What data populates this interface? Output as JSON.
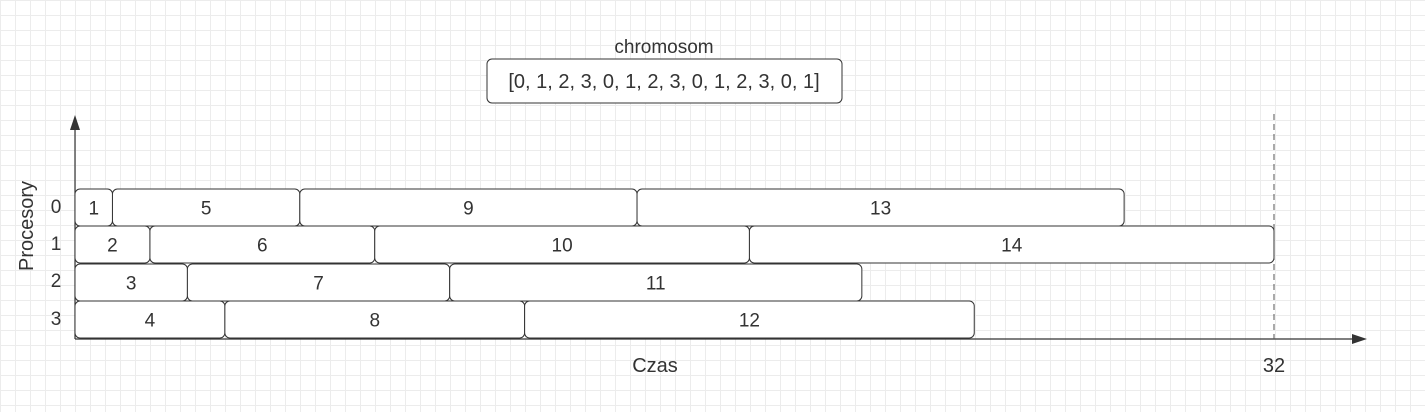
{
  "chromosome": {
    "label": "chromosom",
    "value": "[0, 1, 2, 3, 0, 1, 2, 3, 0, 1, 2, 3, 0, 1]"
  },
  "axes": {
    "y_label": "Procesory",
    "x_label": "Czas",
    "makespan_label": "32"
  },
  "processors": [
    "0",
    "1",
    "2",
    "3"
  ],
  "chart_data": {
    "type": "gantt",
    "makespan": 32,
    "tasks": [
      {
        "label": "1",
        "processor": 0,
        "start": 0,
        "end": 1
      },
      {
        "label": "5",
        "processor": 0,
        "start": 1,
        "end": 6
      },
      {
        "label": "9",
        "processor": 0,
        "start": 6,
        "end": 15
      },
      {
        "label": "13",
        "processor": 0,
        "start": 15,
        "end": 28
      },
      {
        "label": "2",
        "processor": 1,
        "start": 0,
        "end": 2
      },
      {
        "label": "6",
        "processor": 1,
        "start": 2,
        "end": 8
      },
      {
        "label": "10",
        "processor": 1,
        "start": 8,
        "end": 18
      },
      {
        "label": "14",
        "processor": 1,
        "start": 18,
        "end": 32
      },
      {
        "label": "3",
        "processor": 2,
        "start": 0,
        "end": 3
      },
      {
        "label": "7",
        "processor": 2,
        "start": 3,
        "end": 10
      },
      {
        "label": "11",
        "processor": 2,
        "start": 10,
        "end": 21
      },
      {
        "label": "4",
        "processor": 3,
        "start": 0,
        "end": 4
      },
      {
        "label": "8",
        "processor": 3,
        "start": 4,
        "end": 12
      },
      {
        "label": "12",
        "processor": 3,
        "start": 12,
        "end": 24
      }
    ]
  },
  "colors": {
    "stroke": "#333333",
    "fill": "#ffffff",
    "text": "#333333",
    "grid": "#ececec"
  }
}
